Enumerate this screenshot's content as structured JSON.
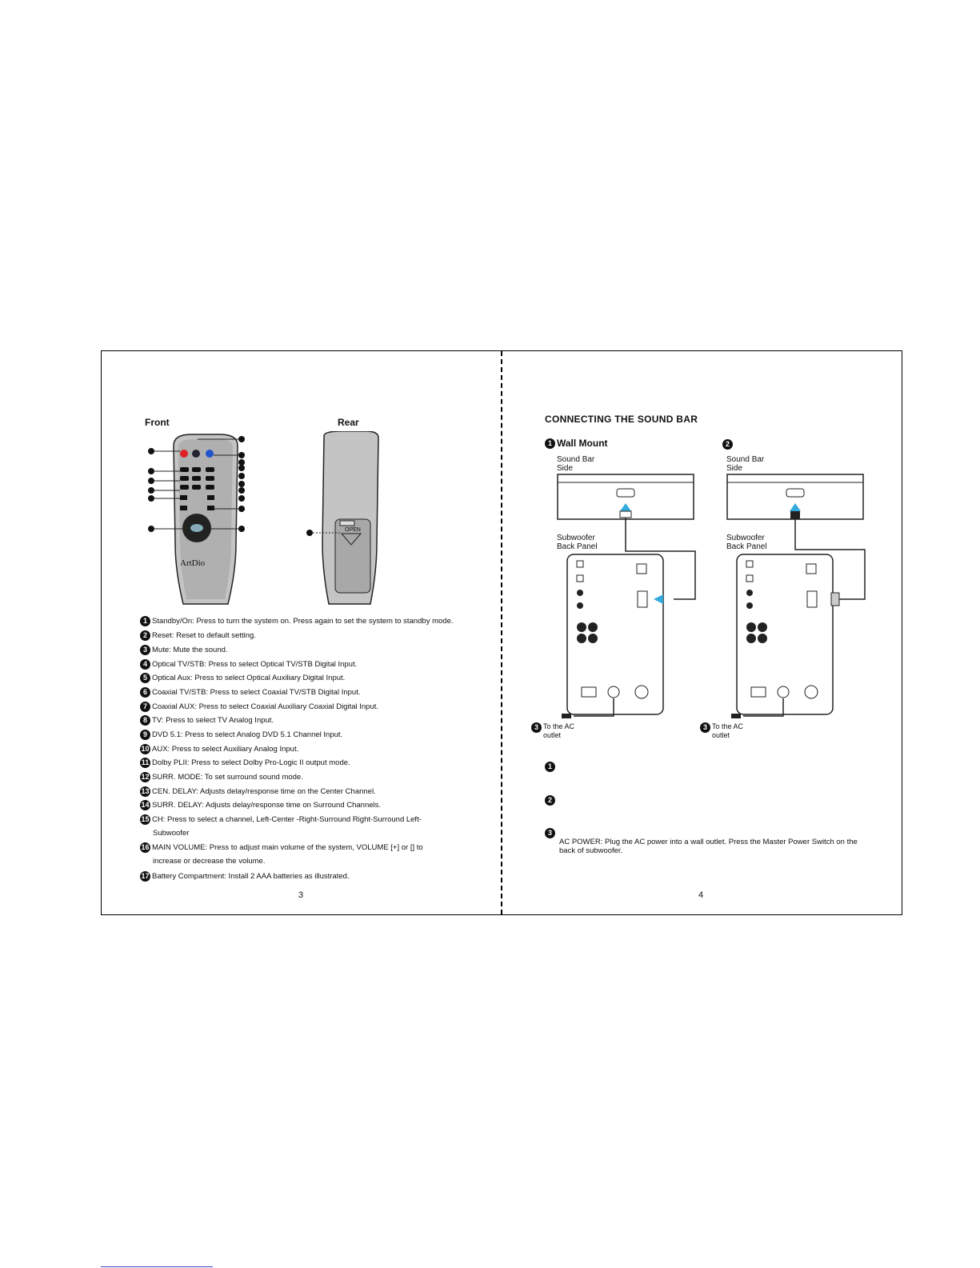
{
  "left_page": {
    "front_label": "Front",
    "rear_label": "Rear",
    "remote_brand": "ArtDio",
    "open_label": "OPEN",
    "items": [
      {
        "n": "1",
        "text": "Standby/On: Press to turn the system on. Press again to set the system to standby mode."
      },
      {
        "n": "2",
        "text": "Reset: Reset to default setting."
      },
      {
        "n": "3",
        "text": "Mute: Mute the sound."
      },
      {
        "n": "4",
        "text": "Optical TV/STB: Press to select Optical TV/STB Digital Input."
      },
      {
        "n": "5",
        "text": "Optical Aux: Press to select Optical Auxiliary Digital Input."
      },
      {
        "n": "6",
        "text": "Coaxial TV/STB: Press to select Coaxial TV/STB Digital Input."
      },
      {
        "n": "7",
        "text": "Coaxial AUX: Press to select Coaxial Auxiliary Coaxial Digital Input."
      },
      {
        "n": "8",
        "text": "TV: Press to select TV Analog Input."
      },
      {
        "n": "9",
        "text": "DVD 5.1: Press to select Analog DVD 5.1 Channel Input."
      },
      {
        "n": "10",
        "text": "AUX: Press to select Auxiliary Analog Input."
      },
      {
        "n": "11",
        "text": "Dolby PLII: Press to select Dolby Pro-Logic II output mode."
      },
      {
        "n": "12",
        "text": "SURR. MODE: To set surround sound mode."
      },
      {
        "n": "13",
        "text": "CEN. DELAY: Adjusts delay/response time on the Center Channel."
      },
      {
        "n": "14",
        "text": "SURR. DELAY: Adjusts delay/response time on Surround Channels."
      },
      {
        "n": "15",
        "text": "CH: Press to select a channel, Left-Center -Right-Surround Right-Surround Left-",
        "cont": "Subwoofer"
      },
      {
        "n": "16",
        "text": "MAIN VOLUME: Press to adjust main volume of the system, VOLUME [+] or [] to",
        "cont": "increase or decrease the volume."
      },
      {
        "n": "17",
        "text": "Battery Compartment: Install 2 AAA batteries as illustrated."
      }
    ],
    "page_number": "3"
  },
  "right_page": {
    "heading": "CONNECTING THE SOUND BAR",
    "diagram1_title": "Wall Mount",
    "sound_bar_side": "Sound Bar Side",
    "subwoofer_back_panel": "Subwoofer Back Panel",
    "to_ac_outlet": "To the AC outlet",
    "steps": [
      {
        "n": "1",
        "text": ""
      },
      {
        "n": "2",
        "text": ""
      },
      {
        "n": "3",
        "text": "AC POWER: Plug the AC power into a wall outlet. Press the Master Power Switch on the back of subwoofer."
      }
    ],
    "page_number": "4"
  }
}
